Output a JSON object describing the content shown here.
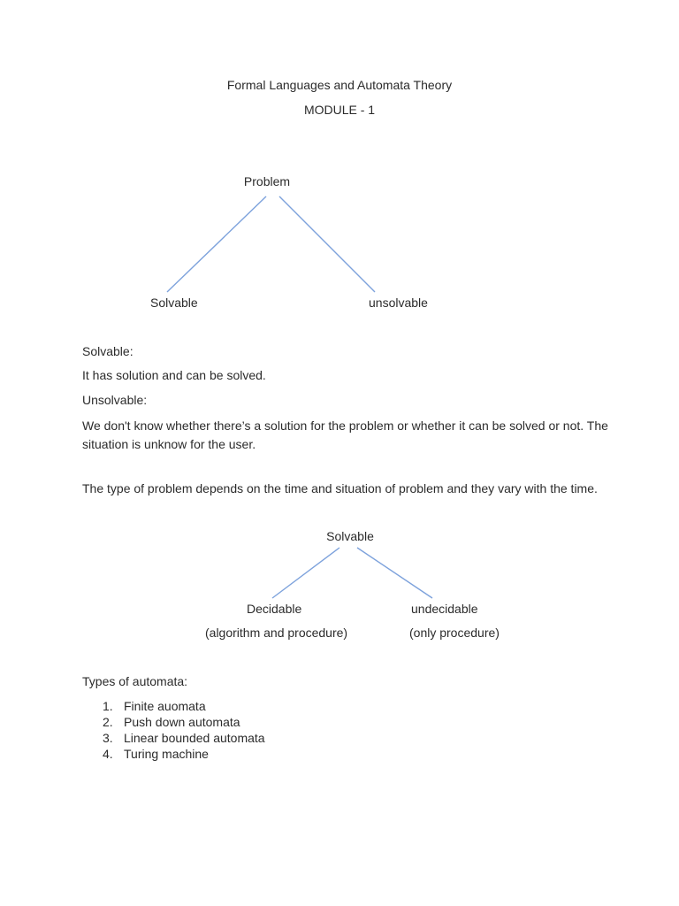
{
  "header": {
    "title": "Formal Languages and Automata Theory",
    "subtitle": "MODULE - 1"
  },
  "tree1": {
    "root": "Problem",
    "left": "Solvable",
    "right": "unsolvable"
  },
  "definitions": {
    "solvable_heading": "Solvable:",
    "solvable_text": "It has solution and can be solved.",
    "unsolvable_heading": "Unsolvable:",
    "unsolvable_text": "We don't know whether there’s a solution for the problem or whether it can be solved or not. The situation is unknow for the user."
  },
  "note": "The type of problem depends on the time and situation of problem and they vary with the time.",
  "tree2": {
    "root": "Solvable",
    "left": "Decidable",
    "left_sub": "(algorithm and procedure)",
    "right": "undecidable",
    "right_sub": "(only procedure)"
  },
  "automata": {
    "heading": "Types of automata:",
    "items": [
      {
        "num": "1.",
        "label": "Finite auomata"
      },
      {
        "num": "2.",
        "label": "Push down automata"
      },
      {
        "num": "3.",
        "label": "Linear bounded automata"
      },
      {
        "num": "4.",
        "label": "Turing machine"
      }
    ]
  },
  "colors": {
    "edge_line": "#7da2dc",
    "text": "#2b2b2b",
    "background": "#ffffff"
  }
}
